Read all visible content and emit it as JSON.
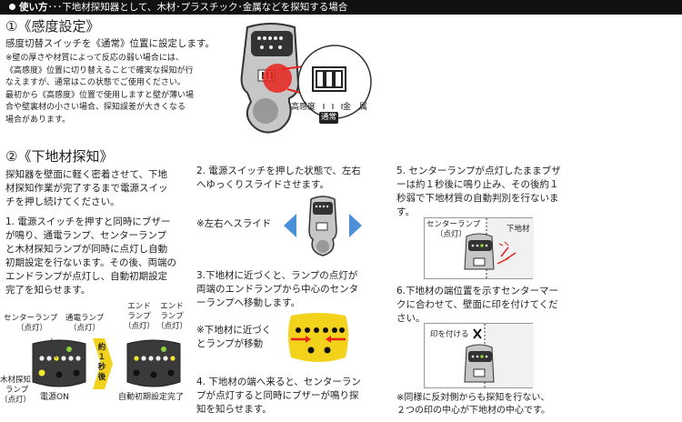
{
  "header": {
    "label": "使い方",
    "dots": "･･･",
    "text": "下地材探知器として、木材･プラスチック･金属などを探知する場合"
  },
  "s1": {
    "title": "①《感度設定》",
    "line1": "感度切替スイッチを《通常》位置に設定します。",
    "notes": [
      "※壁の厚さや材質によって反応の弱い場合には、",
      "《高感度》位置に切り替えることで確実な探知が行",
      "なえますが、通常はこの状態でご使用ください。",
      "最初から《高感度》位置で使用しますと壁が薄い場",
      "合や壁裏材の小さい場合、探知誤差が大きくなる",
      "場合があります。"
    ],
    "switch": {
      "high": "高感度",
      "normal": "通常",
      "metal": "金　属"
    }
  },
  "s2": {
    "title": "②《下地材探知》",
    "intro": [
      "探知器を壁面に軽く密着させて、下地",
      "材探知作業が完了するまで電源スイッ",
      "チを押し続けてください。"
    ],
    "step1": [
      "1. 電源スイッチを押すと同時にブザー",
      "が鳴り、通電ランプ、センターランプ",
      "と木材探知ランプが同時に点灯し自動",
      "初期設定を行ないます。その後、両端の",
      "エンドランプが点灯し、自動初期設定",
      "完了を知らせます。"
    ],
    "labels": {
      "center_lamp": [
        "センターランプ",
        "（点灯）"
      ],
      "power_lamp": [
        "通電ランプ",
        "（点灯）"
      ],
      "wood_lamp": [
        "木材探知",
        "ランプ",
        "（点灯）"
      ],
      "power_on": "電源ON",
      "end_lamp_a": [
        "エンド",
        "ランプ",
        "（点灯）"
      ],
      "end_lamp_b": [
        "エンド",
        "ランプ",
        "（点灯）"
      ],
      "init_done": "自動初期設定完了",
      "arrow": [
        "約",
        "１",
        "秒",
        "後"
      ]
    },
    "step2": [
      "2. 電源スイッチを押した状態で、左右",
      "へゆっくりスライドさせます。"
    ],
    "slide_note": "※左右へスライド",
    "step3": [
      "3.下地材に近づくと、ランプの点灯が",
      "両端のエンドランプから中心のセンタ",
      "ーランプへ移動します。"
    ],
    "approach_note": [
      "※下地材に近づく",
      "とランプが移動"
    ],
    "step4": [
      "4. 下地材の端へ来ると、センターラン",
      "プが点灯すると同時にブザーが鳴り探",
      "知を知らせます。"
    ],
    "step5": [
      "5. センターランプが点灯したままブザ",
      "ーは約１秒後に鳴り止み、その後約１",
      "秒弱で下地材質の自動判別を行ないま",
      "す。"
    ],
    "fig5": {
      "center_lamp": [
        "センターランプ",
        "（点灯）"
      ],
      "material": "下地材"
    },
    "step6": [
      "6.下地材の端位置を示すセンターマー",
      "クに合わせて、壁面に印を付けてくだ",
      "さい。"
    ],
    "fig6": {
      "mark": "印を付ける"
    },
    "final_note": [
      "※同様に反対側からも探知を行ない、",
      "２つの印の中心が下地材の中心です。"
    ]
  },
  "colors": {
    "accent_red": "#e8231c",
    "arrow_yellow": "#f2d21b",
    "arrow_blue": "#4a90d9",
    "lamp_yellow": "#f6e62a",
    "lamp_green": "#8fd13a"
  }
}
